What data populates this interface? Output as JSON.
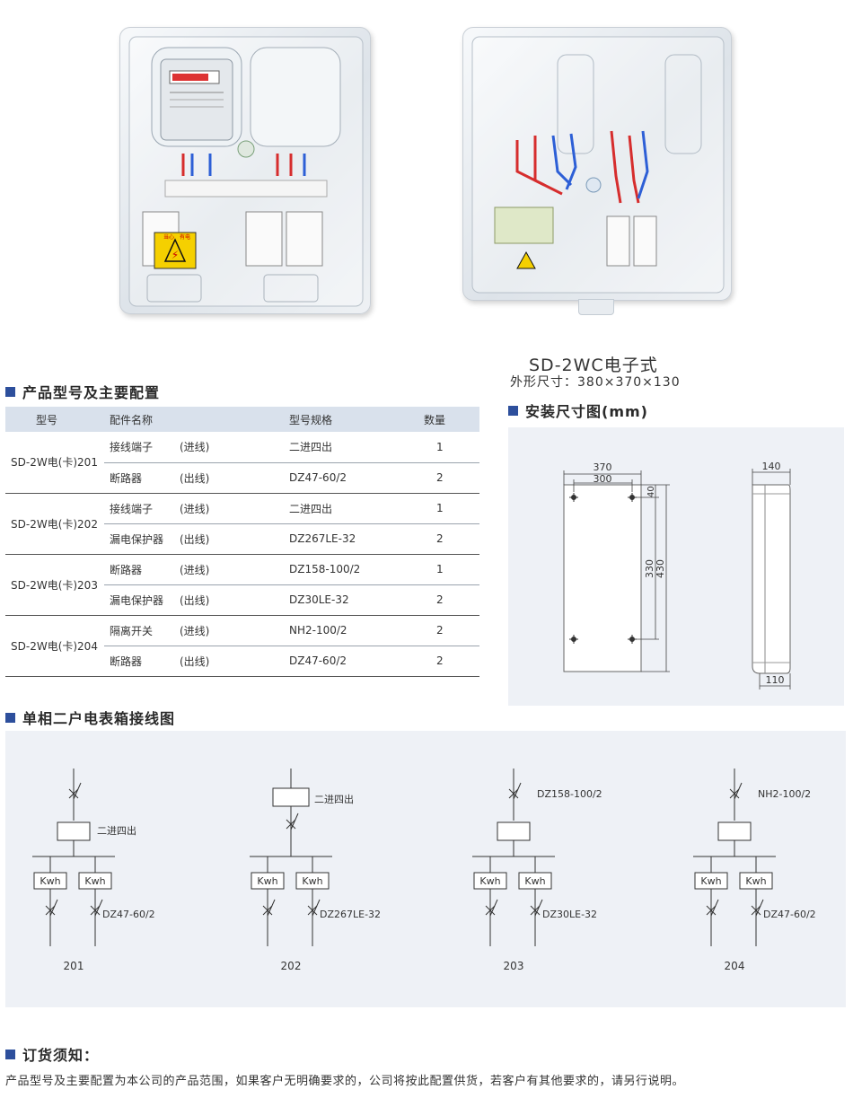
{
  "product": {
    "name": "SD-2WC电子式",
    "dimensions": "外形尺寸：380×370×130"
  },
  "sections": {
    "config_title": "产品型号及主要配置",
    "install_title": "安装尺寸图(mm)",
    "wiring_title": "单相二户电表箱接线图",
    "order_title": "订货须知："
  },
  "table": {
    "headers": [
      "型号",
      "配件名称",
      "型号规格",
      "数量"
    ],
    "groups": [
      {
        "model": "SD-2W电(卡)201",
        "rows": [
          {
            "part": "接线端子",
            "dir": "(进线)",
            "spec": "二进四出",
            "qty": "1"
          },
          {
            "part": "断路器",
            "dir": "(出线)",
            "spec": "DZ47-60/2",
            "qty": "2"
          }
        ]
      },
      {
        "model": "SD-2W电(卡)202",
        "rows": [
          {
            "part": "接线端子",
            "dir": "(进线)",
            "spec": "二进四出",
            "qty": "1"
          },
          {
            "part": "漏电保护器",
            "dir": "(出线)",
            "spec": "DZ267LE-32",
            "qty": "2"
          }
        ]
      },
      {
        "model": "SD-2W电(卡)203",
        "rows": [
          {
            "part": "断路器",
            "dir": "(进线)",
            "spec": "DZ158-100/2",
            "qty": "1"
          },
          {
            "part": "漏电保护器",
            "dir": "(出线)",
            "spec": "DZ30LE-32",
            "qty": "2"
          }
        ]
      },
      {
        "model": "SD-2W电(卡)204",
        "rows": [
          {
            "part": "隔离开关",
            "dir": "(进线)",
            "spec": "NH2-100/2",
            "qty": "2"
          },
          {
            "part": "断路器",
            "dir": "(出线)",
            "spec": "DZ47-60/2",
            "qty": "2"
          }
        ]
      }
    ]
  },
  "install": {
    "front": {
      "w_outer": "370",
      "w_inner": "300",
      "top": "40",
      "h_inner": "330",
      "h_outer": "430"
    },
    "side": {
      "depth_outer": "140",
      "depth_inner": "110"
    }
  },
  "wiring": {
    "meter_label": "Kwh",
    "diagrams": [
      {
        "id": "201",
        "input_label": "二进四出",
        "output_label": "DZ47-60/2"
      },
      {
        "id": "202",
        "input_label": "二进四出",
        "output_label": "DZ267LE-32"
      },
      {
        "id": "203",
        "input_label": "DZ158-100/2",
        "output_label": "DZ30LE-32"
      },
      {
        "id": "204",
        "input_label": "NH2-100/2",
        "output_label": "DZ47-60/2"
      }
    ]
  },
  "order_note": "产品型号及主要配置为本公司的产品范围，如果客户无明确要求的，公司将按此配置供货，若客户有其他要求的，请另行说明。",
  "photo_labels": {
    "left_badge_1": "当心",
    "left_badge_2": "有电"
  }
}
